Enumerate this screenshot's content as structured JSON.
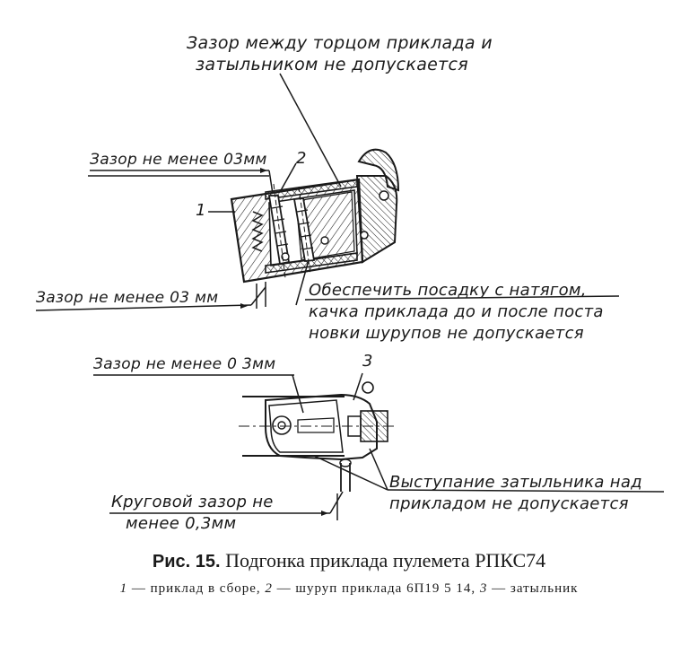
{
  "notes": {
    "gap_butt_plate": [
      "Зазор между торцом приклада и",
      "затыльником   не   допускается"
    ],
    "gap_top": "Зазор не менее 03мм",
    "gap_bottom": "Зазор не менее 03 мм",
    "press_fit": [
      "Обеспечить посадку с натягом,",
      "качка приклада до и после поста",
      "новки шурупов не допускается"
    ],
    "gap_lower": "Зазор не менее 0 3мм",
    "protrusion": [
      "Выступание затыльника над",
      "прикладом не допускается"
    ],
    "circular_gap": [
      "Круговой зазор не",
      "менее 0,3мм"
    ]
  },
  "numbers": {
    "one": "1",
    "two": "2",
    "three": "3"
  },
  "caption": {
    "prefix": "Рис. 15.",
    "text": "Подгонка приклада пулемета РПКС74"
  },
  "legend": {
    "n1": "1",
    "t1": " — приклад в сборе, ",
    "n2": "2",
    "t2": " — шуруп приклада 6П19 5 14, ",
    "n3": "3",
    "t3": " — затыльник"
  },
  "colors": {
    "ink": "#1a1a1a",
    "paper": "#ffffff"
  }
}
